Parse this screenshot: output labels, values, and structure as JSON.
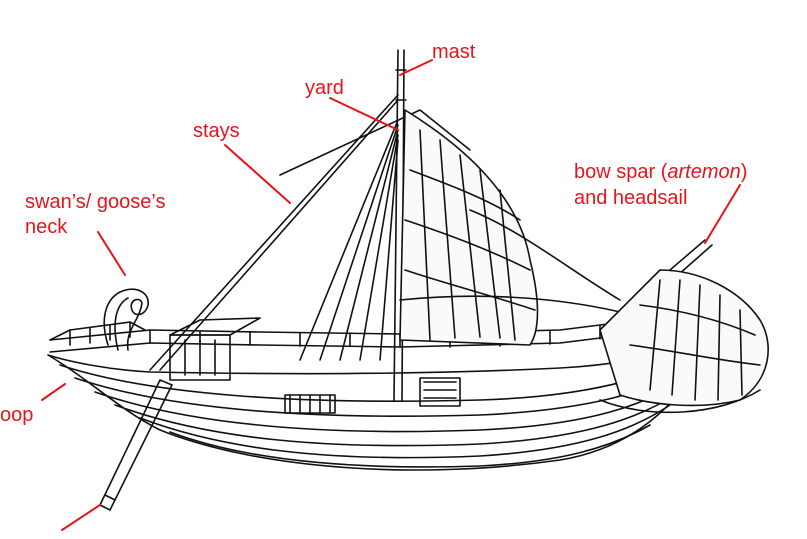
{
  "labels": {
    "mast": "mast",
    "yard": "yard",
    "stays": "stays",
    "swan_line1": "swan’s/ goose’s",
    "swan_line2": "neck",
    "bowspar_pre": "bow spar (",
    "bowspar_italic": "artemon",
    "bowspar_post": ")",
    "headsail": "and  headsail",
    "poop": "oop"
  },
  "colors": {
    "label": "#e8141b",
    "drawing": "#111111"
  }
}
